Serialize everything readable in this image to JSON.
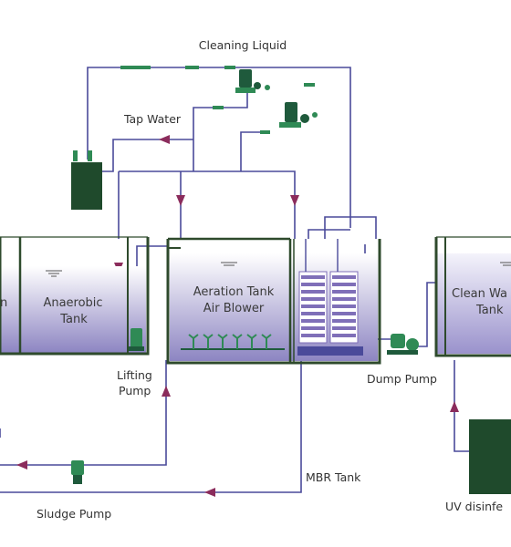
{
  "colors": {
    "pipe": "#4a4a9a",
    "arrow": "#8b2c5c",
    "tank_wall": "#2e4a2c",
    "water_top": "#ffffff",
    "water_bottom": "#8d85c2",
    "equipment": "#1f5a3c",
    "accent_green": "#2f8a55",
    "membrane": "#7f6fb8"
  },
  "labels": {
    "cleaning_liquid": "Cleaning Liquid",
    "tap_water": "Tap Water",
    "anaerobic_tank_line1": "Anaerobic",
    "anaerobic_tank_line2": "Tank",
    "left_tank_partial": "on",
    "aeration_tank_line1": "Aeration Tank",
    "aeration_tank_line2": "Air Blower",
    "clean_water_line1": "Clean Wa",
    "clean_water_line2": "Tank",
    "lifting_pump_line1": "Lifting",
    "lifting_pump_line2": "Pump",
    "dump_pump": "Dump Pump",
    "mbr_tank": "MBR Tank",
    "sludge_pump": "Sludge Pump",
    "uv_disinfection": "UV disinfe"
  },
  "icons": {
    "pump": "pump-icon",
    "valve": "valve-icon",
    "tank": "tank-icon",
    "membrane": "membrane-module-icon",
    "arrow": "flow-arrow-icon"
  }
}
